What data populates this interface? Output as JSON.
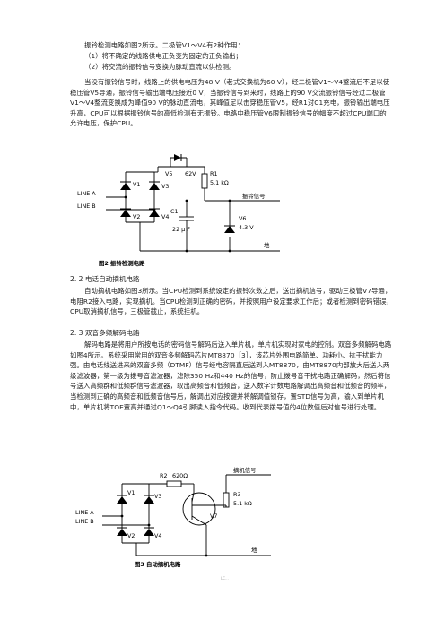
{
  "para_intro": "振铃检测电路如图2所示。二极管V1～V4有2种作用：",
  "item1": "（1）将不确定的线路供电正负变为固定的正负输出；",
  "item2": "（2）将交流的振铃信号变换为脉动直流以供检测。",
  "para_detect": "当没有振铃信号时，线路上的供电电压为48 V（老式交换机为60 V），经二极管V1～V4整流后不足以使稳压管V5导通，振铃信号输出端电压接近0 V，当振铃信号到来时，线路上的90 V交流振铃信号经过二极管V1～V4整流变换成为峰值90 V的脉动直流电，其峰值足以击穿稳压管V5，经R1对C1充电，振铃输出端电压升高，CPU可以根据振铃信号的高低检测有无振铃。电路中稳压管V6限制振铃信号的幅度不超过CPU端口的允许电压，保护CPU。",
  "fig2": {
    "caption": "图2   振铃检测电路",
    "labels": {
      "v1": "V1",
      "v2": "V2",
      "v3": "V3",
      "v4": "V4",
      "v5": "V5",
      "v5_value": "62V",
      "r1": "R1",
      "r1_value": "5.1 kΩ",
      "c1": "C1",
      "c1_value": "22 μ F",
      "v6": "V6",
      "v6_value": "4.3 V",
      "line_a": "LINE A",
      "line_b": "LINE B",
      "ring_signal": "振铃信号",
      "ground": "地"
    }
  },
  "sec22": {
    "title": "2. 2   电话自动摘机电路"
  },
  "para_hook": "自动摘机电路如图3所示。当CPU检测到系统设定的振铃次数之后，送出摘机信号，驱动三极管V7导通，电阻R2接入电路，实现摘机。当CPU检测到正确的密码，并按照用户设定要求工作后；或者检测到密码错误，CPU取消摘机信号，三极管截止，系统挂机。",
  "sec23": {
    "title": "2. 3   双音多频解码电路"
  },
  "para_dtmf": "解码电路是将用户所按电话的密码信号解码后送入单片机，单片机实现对家电的控制。双音多频解码电路如图4所示。系统采用常用的双音多频解码芯片MT8870［3］，该芯片外围电路简单、功耗小、抗干扰能力强。由电话线送进来的双音多频（DTMF）信号经电容隔直后送到入MT8870，由MT8870内部放大后送入两级滤波器，第一级为拨号音滤波器，滤除350 Hz和440 Hz的信号，防止拨号音干扰电路正确解码，然后将信号送入高频群和低频群信号滤波器，取出高频音和低频音，送入数字计数电路解调出高频音和低频音的频率，当检测到正确的高频音和低频音信号后，解调出对应按键并将解调值锁存，置STD信号为高，输入到单片机中，单片机将TOE置高并通过Q1～Q4引脚读入指令代码。收到代表拨号值的4位数值后对信号进行处理。",
  "fig3": {
    "caption": "图3   自动摘机电路",
    "labels": {
      "v1": "V1",
      "v2": "V2",
      "v3": "V3",
      "v4": "V4",
      "r2": "R2",
      "r2_value": "620Ω",
      "v7": "V7",
      "r3": "R3",
      "r3_value": "5.1 kΩ",
      "line_a": "LINE A",
      "line_b": "LINE B",
      "hook_signal": "摘机信号",
      "ground": "地"
    }
  },
  "footer": "LC..."
}
